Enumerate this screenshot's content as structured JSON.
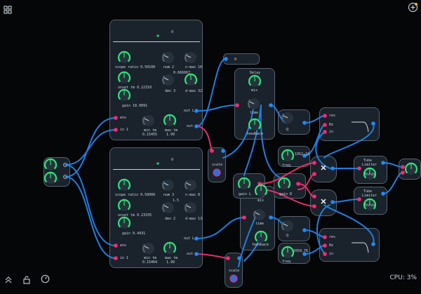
{
  "colors": {
    "bg": "#050608",
    "panel": "#1a222b",
    "panel_border": "#55636f",
    "wire_blue": "#1f7fe0",
    "wire_pink": "#e62d6d",
    "knob_green": "#2ee27a",
    "port_pink": "#ff2a72",
    "port_blue": "#1e8bff"
  },
  "icons": {
    "top_left": "grid-icon",
    "top_right": "add-circle-icon",
    "bottom": [
      "chevrons-up-icon",
      "lock-icon",
      "gauge-icon"
    ]
  },
  "granular_top": {
    "value": "0",
    "scope_ratio": "scope ratio 0.50100",
    "num": "num 2",
    "n_max": "n-max 16",
    "n_extra": "0.666667",
    "onset_tm": "onset tm 0.22310",
    "den": "den 3",
    "d_max": "d-max 32",
    "gain": "gain 18.0091",
    "env": "env",
    "in": "in 1",
    "out_l": "out L",
    "out_r": "out",
    "min_tm_label": "min tm",
    "min_tm_value": "0.15455",
    "max_tm_label": "max tm",
    "max_tm_value": "1.99"
  },
  "granular_bottom": {
    "value": "0",
    "scope_ratio": "scope ratio 0.50000",
    "num": "num 3",
    "n_max": "n-max 8",
    "n_extra": "1.5",
    "onset_tm": "onset tm 0.23335",
    "den": "den 2",
    "d_max": "d-max 13",
    "gain": "gain 0.4431",
    "env": "env",
    "in": "in 1",
    "out_l": "out L",
    "out_r": "out",
    "min_tm_label": "min tm",
    "min_tm_value": "0.15464",
    "max_tm_label": "max tm",
    "max_tm_value": "1.99"
  },
  "small_value_top": "0",
  "delay_top": {
    "title": "Delay",
    "mix": "mix",
    "time": "time",
    "feedback": "feedback"
  },
  "delay_bottom": {
    "mix": "mix",
    "time": "time",
    "feedback": "feedback"
  },
  "gain_l": "gain L",
  "gain_r": "gain R",
  "q_top": "Q",
  "q_bottom": "Q",
  "freq_top": {
    "label": "freq",
    "value": "1952.10"
  },
  "freq_bottom": {
    "label": "freq",
    "value": "2059.76"
  },
  "filter_top": {
    "res": "res",
    "hz": "Hz",
    "in": "in"
  },
  "filter_bottom": {
    "res": "res",
    "hz": "Hz",
    "in": "in"
  },
  "limiter_top": {
    "title_1": "Tube",
    "title_2": "Limiter",
    "knob": "Thrsh"
  },
  "limiter_bottom": {
    "title_1": "Tube",
    "title_2": "Limiter",
    "knob": "Thrsh"
  },
  "scale_top": {
    "label": "scale"
  },
  "scale_bottom": {
    "label": "scale"
  },
  "cpu": "CPU: 3%"
}
